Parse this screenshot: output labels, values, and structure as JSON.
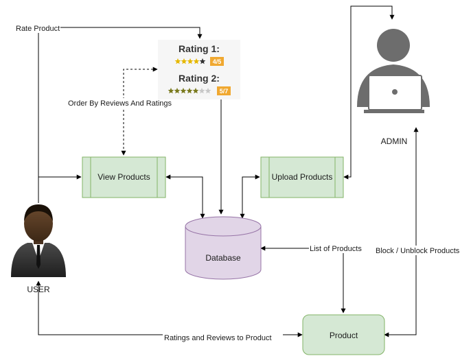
{
  "nodes": {
    "view_products": "View Products",
    "upload_products": "Upload Products",
    "database": "Database",
    "product": "Product",
    "user": "USER",
    "admin": "ADMIN"
  },
  "edges": {
    "rate_product": "Rate Product",
    "order_by": "Order By Reviews And Ratings",
    "list_of_products": "List of Products",
    "block_unblock": "Block / Unblock Products",
    "ratings_reviews": "Ratings and Reviews to Product"
  },
  "ratings": [
    {
      "title": "Rating 1:",
      "stars": 4,
      "max": 5,
      "badge": "4/5"
    },
    {
      "title": "Rating 2:",
      "stars": 5,
      "max": 7,
      "badge": "5/7"
    }
  ],
  "icons": [
    "user-icon",
    "admin-icon"
  ],
  "colors": {
    "process_fill": "#d5e8d4",
    "process_stroke": "#82b366",
    "database_fill": "#e1d5e7",
    "database_stroke": "#9673a6",
    "star_gold": "#e6b800",
    "star_olive": "#7a7a1e",
    "badge_orange": "#f0a830"
  }
}
